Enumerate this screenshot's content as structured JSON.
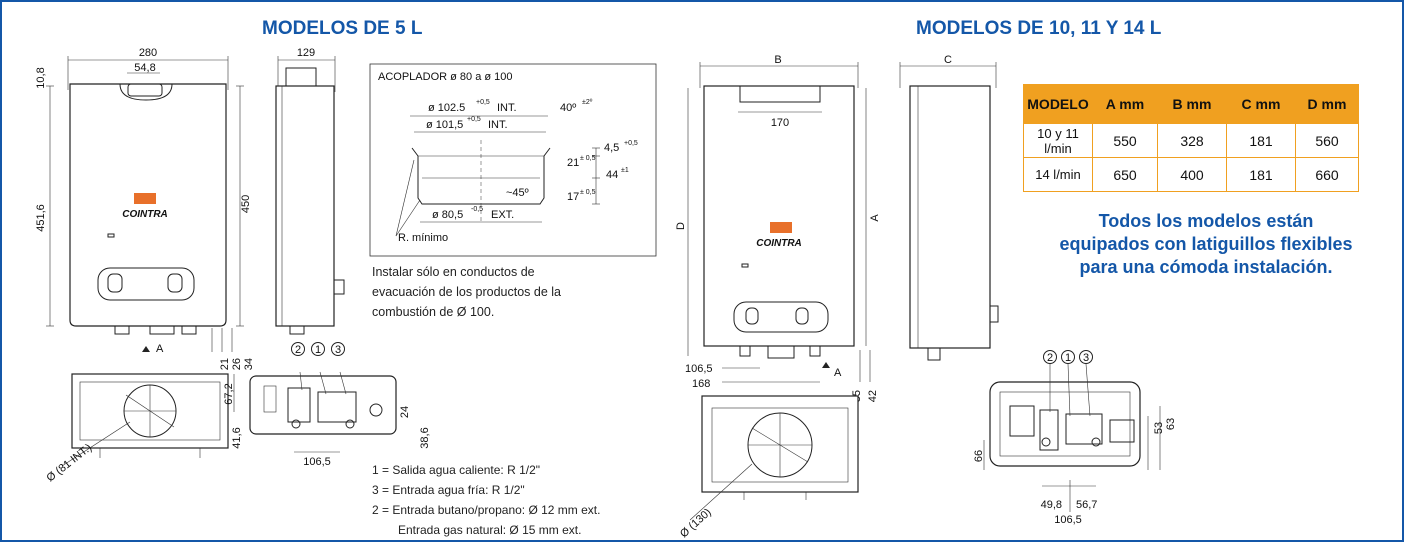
{
  "headings": {
    "left": "MODELOS DE 5 L",
    "right": "MODELOS DE 10, 11 Y 14 L"
  },
  "brand": "COINTRA",
  "left_front": {
    "width": "280",
    "top_spacing": "54,8",
    "height_total": "451,6",
    "height_body": "450",
    "top_offset": "10,8",
    "bottom_21": "21",
    "bottom_26": "26",
    "bottom_34": "34",
    "arrow_label": "A"
  },
  "left_side": {
    "depth": "129"
  },
  "coupler": {
    "title": "ACOPLADOR ø 80 a ø 100",
    "d1": "ø 102.5",
    "d1_tol": "+0,5",
    "d1_suffix": "INT.",
    "d2": "ø 101,5",
    "d2_tol": "+0,5",
    "d2_suffix": "INT.",
    "angle": "40º",
    "angle_tol": "±2º",
    "h1": "4,5",
    "h1_tol": "+0,5",
    "h2": "21",
    "h2_tol": "± 0,5",
    "h3": "44",
    "h3_tol": "±1",
    "h4": "17",
    "h4_tol": "± 0,5",
    "angle2": "~45º",
    "d3": "ø 80,5",
    "d3_tol": "-0,5",
    "d3_suffix": "EXT.",
    "radius": "R. mínimo"
  },
  "install_text": "Instalar sólo en conductos de evacuación de los productos de la combustión de Ø 100.",
  "left_bottom": {
    "dia": "Ø (81 INT.)",
    "dim_67": "67,2"
  },
  "left_conn": {
    "n2": "2",
    "n1": "1",
    "n3": "3",
    "dim_24": "24",
    "dim_41": "41,6",
    "dim_106": "106,5",
    "dim_38": "38,6"
  },
  "legend": [
    "1 = Salida agua caliente: R 1/2\"",
    "3 = Entrada agua fría: R 1/2\"",
    "2 = Entrada butano/propano: Ø 12 mm ext.",
    "Entrada gas natural: Ø 15 mm ext."
  ],
  "right_front": {
    "B": "B",
    "spacing": "170",
    "D": "D",
    "A": "A",
    "dim_106": "106,5",
    "dim_168": "168",
    "dim_35": "35",
    "dim_42": "42",
    "arrow_label": "A"
  },
  "right_side": {
    "C": "C"
  },
  "right_bottom": {
    "dia": "Ø (130)"
  },
  "right_conn": {
    "n2": "2",
    "n1": "1",
    "n3": "3",
    "dim_53": "53",
    "dim_63": "63",
    "dim_66": "66",
    "dim_49": "49,8",
    "dim_56": "56,7",
    "dim_106": "106,5"
  },
  "table": {
    "headers": [
      "MODELO",
      "A mm",
      "B mm",
      "C mm",
      "D mm"
    ],
    "rows": [
      [
        "10 y 11 l/min",
        "550",
        "328",
        "181",
        "560"
      ],
      [
        "14 l/min",
        "650",
        "400",
        "181",
        "660"
      ]
    ]
  },
  "note": "Todos los modelos están equipados con latiguillos flexibles para una cómoda instalación.",
  "colors": {
    "heading": "#1457a8",
    "table_header": "#f0a020",
    "logo_accent": "#e8702a",
    "frame": "#1457a8"
  }
}
